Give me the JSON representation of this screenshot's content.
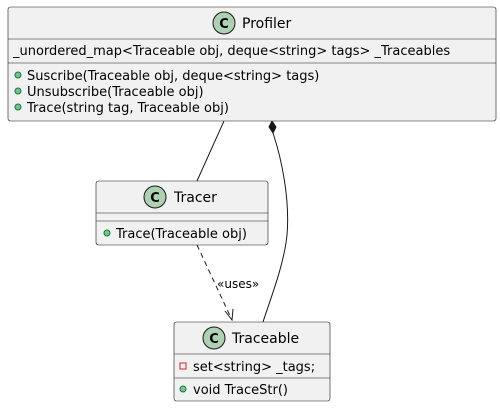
{
  "classes": {
    "profiler": {
      "name": "Profiler",
      "stereotype_glyph": "C",
      "fields": [
        "_unordered_map<Traceable obj, deque<string> tags> _Traceables"
      ],
      "methods": [
        "Suscribe(Traceable obj, deque<string> tags)",
        "Unsubscribe(Traceable obj)",
        "Trace(string tag, Traceable obj)"
      ]
    },
    "tracer": {
      "name": "Tracer",
      "stereotype_glyph": "C",
      "methods": [
        "Trace(Traceable obj)"
      ]
    },
    "traceable": {
      "name": "Traceable",
      "stereotype_glyph": "C",
      "fields": [
        "set<string> _tags;"
      ],
      "methods": [
        "void TraceStr()"
      ]
    }
  },
  "relations": {
    "uses_label": "«uses»"
  },
  "colors": {
    "class_fill": "#f1f1f1",
    "class_icon": "#add1b2",
    "public_marker": "#84be84",
    "private_marker": "#c82930",
    "line": "#181818"
  }
}
